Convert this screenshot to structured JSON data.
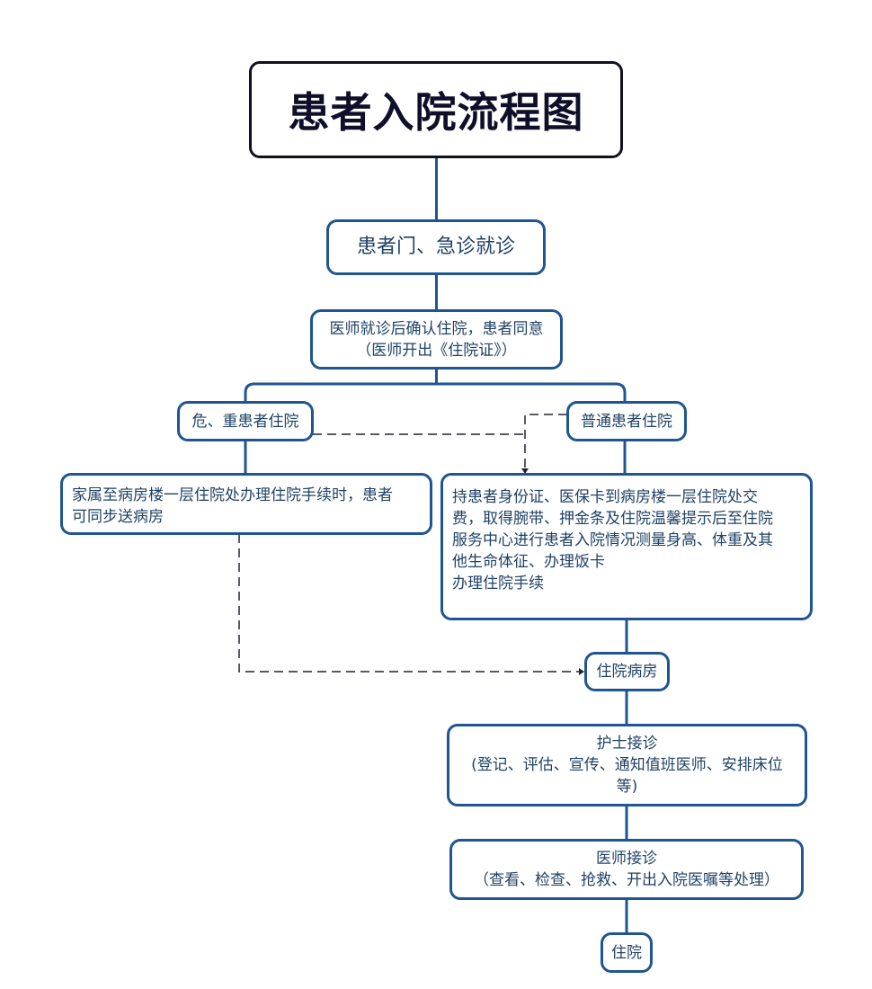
{
  "title": "患者入院流程图",
  "nodes": {
    "visit": "患者门、急诊就诊",
    "confirm": [
      "医师就诊后确认住院，患者同意",
      "（医师开出《住院证》）"
    ],
    "critical": "危、重患者住院",
    "normal": "普通患者住院",
    "critical_process": [
      "家属至病房楼一层住院处办理住院手续时，患者",
      "可同步送病房"
    ],
    "normal_process": [
      "持患者身份证、医保卡到病房楼一层住院处交",
      "费，取得腕带、押金条及住院温馨提示后至住院",
      "服务中心进行患者入院情况测量身高、体重及其",
      "他生命体征、办理饭卡",
      "办理住院手续"
    ],
    "ward": "住院病房",
    "nurse": [
      "护士接诊",
      "(登记、评估、宣传、通知值班医师、安排床位",
      "等)"
    ],
    "doctor": [
      "医师接诊",
      "（查看、检查、抢救、开出入院医嘱等处理）"
    ],
    "admitted": "住院"
  },
  "colors": {
    "box_border": "#1f5591",
    "text": "#1f4266",
    "title_border": "#111122",
    "dashed": "#222233"
  }
}
